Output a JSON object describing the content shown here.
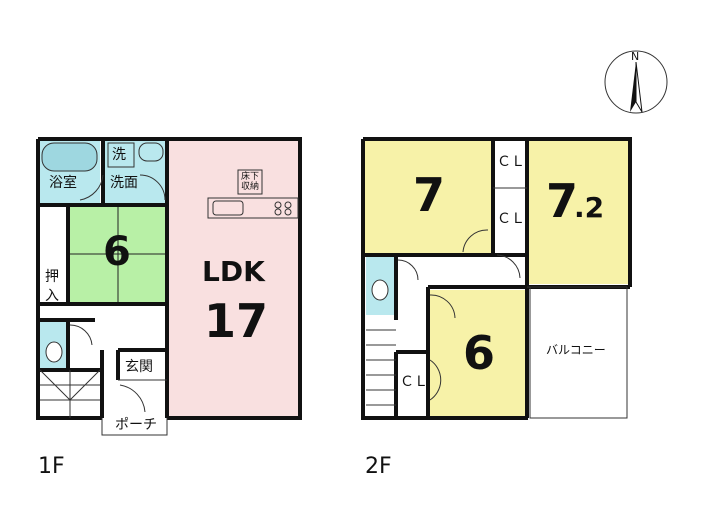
{
  "compass": {
    "north_label": "N"
  },
  "floor1": {
    "label": "1F",
    "rooms": {
      "bath": "浴室",
      "laundry": "洗",
      "washroom": "洗面",
      "japanese_room_size": "6",
      "oshiire_top": "押",
      "oshiire_bottom": "入",
      "ldk_label": "LDK",
      "ldk_size": "17",
      "underfloor_storage_top": "床下",
      "underfloor_storage_bottom": "収納",
      "entrance": "玄関",
      "porch": "ポーチ"
    }
  },
  "floor2": {
    "label": "2F",
    "rooms": {
      "room_a_size": "7",
      "room_b_size_main": "7",
      "room_b_size_decimal": ".2",
      "room_c_size": "6",
      "closet_1": "ＣＬ",
      "closet_2": "ＣＬ",
      "closet_3": "ＣＬ",
      "balcony": "バルコニー"
    }
  },
  "colors": {
    "wall": "#111111",
    "ldk_fill": "#f9e0e0",
    "tatami_fill": "#b8f0a6",
    "wet_area_fill": "#b9e8ee",
    "bedroom_fill": "#f7f2a8",
    "floor_fill": "#ffffff"
  }
}
